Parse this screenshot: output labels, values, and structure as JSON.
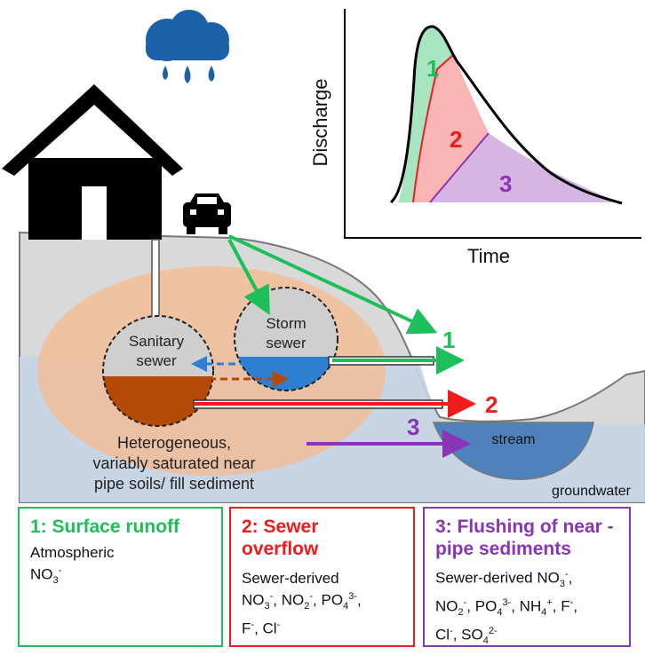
{
  "colors": {
    "green": "#1dbf5a",
    "red": "#f01b1b",
    "purple": "#8a35b5",
    "blue": "#2f7fd1",
    "cloud": "#1b62a8",
    "ground": "#d9d9d9",
    "groundwater": "#c5d4e6",
    "stream": "#4f82bd",
    "near_pipe_zone": "#f6b98e",
    "sediment": "#b54a06"
  },
  "icons": [
    "rain-cloud-icon",
    "house-icon",
    "car-icon"
  ],
  "hydrograph": {
    "y_label": "Discharge",
    "x_label": "Time",
    "region_labels": [
      "1",
      "2",
      "3"
    ]
  },
  "scene_labels": {
    "sanitary_sewer": [
      "Sanitary",
      "sewer"
    ],
    "storm_sewer": [
      "Storm",
      "sewer"
    ],
    "near_pipe_soils": [
      "Heterogeneous,",
      "variably saturated near",
      "pipe soils/ fill sediment"
    ],
    "stream": "stream",
    "groundwater": "groundwater",
    "path_numbers": [
      "1",
      "2",
      "3"
    ]
  },
  "legend_boxes": [
    {
      "id": "surface-runoff",
      "title": "1: Surface runoff",
      "body": [
        "Atmospheric",
        "NO3-"
      ]
    },
    {
      "id": "sewer-overflow",
      "title": "2: Sewer overflow",
      "body": [
        "Sewer-derived",
        "NO3-, NO2-, PO43-,",
        "F-, Cl-"
      ]
    },
    {
      "id": "flushing",
      "title": "3: Flushing of near -pipe sediments",
      "body": [
        "Sewer-derived NO3-,",
        "NO2-, PO43-, NH4+, F-,",
        "Cl-, SO42-"
      ]
    }
  ]
}
